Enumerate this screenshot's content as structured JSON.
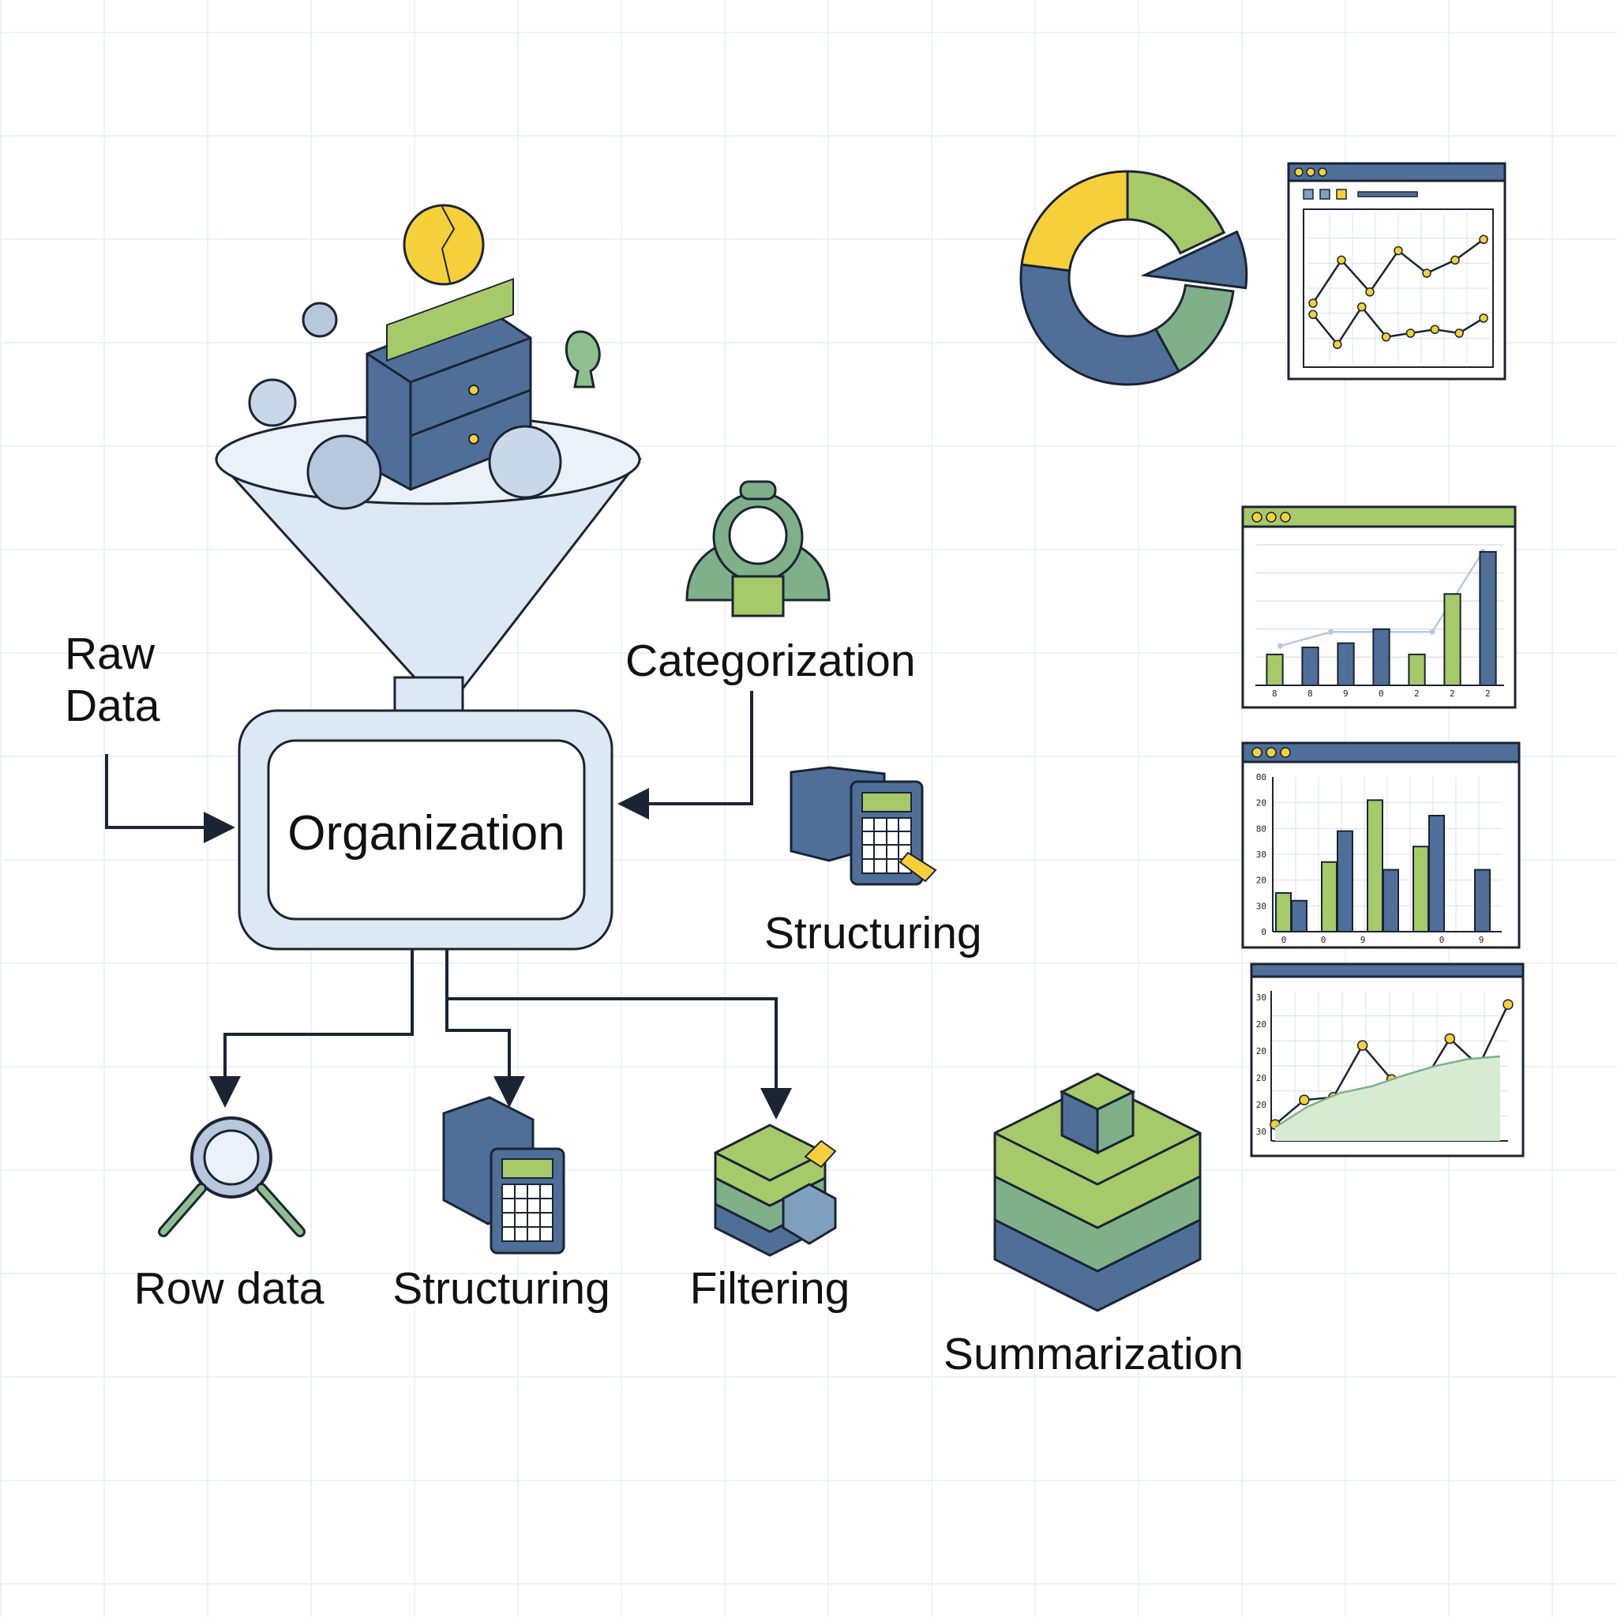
{
  "labels": {
    "raw_data_line1": "Raw",
    "raw_data_line2": "Data",
    "organization": "Organization",
    "categorization": "Categorization",
    "structuring_right": "Structuring",
    "row_data": "Row data",
    "structuring_bottom": "Structuring",
    "filtering": "Filtering",
    "summarization": "Summarization"
  },
  "colors": {
    "navy": "#4f6f99",
    "green": "#a6c96a",
    "teal_green": "#7fb08a",
    "yellow": "#f6d03a",
    "light_blue": "#dce8f3",
    "stroke": "#1b2433"
  },
  "icons": [
    "funnel-icon",
    "file-cabinet-icon",
    "magnifier-icon",
    "person-search-icon",
    "calculator-icon",
    "layers-icon",
    "cube-icon"
  ],
  "chart_data": [
    {
      "type": "pie",
      "note": "donut chart, one slice exploded",
      "slices": [
        {
          "color": "#a6c96a",
          "value": 18
        },
        {
          "color": "#4f6f99",
          "value": 9,
          "exploded": true
        },
        {
          "color": "#7fb08a",
          "value": 15
        },
        {
          "color": "#4f6f99",
          "value": 35
        },
        {
          "color": "#f6d03a",
          "value": 23
        }
      ]
    },
    {
      "type": "line",
      "series": [
        {
          "color": "#1b2433",
          "values": [
            32,
            55,
            38,
            60,
            48,
            55,
            66
          ]
        },
        {
          "color": "#1b2433",
          "values": [
            26,
            10,
            30,
            14,
            16,
            18,
            16,
            24
          ]
        }
      ]
    },
    {
      "type": "bar",
      "categories": [
        "8",
        "8",
        "9",
        "0",
        "2",
        "2",
        "2"
      ],
      "values": [
        22,
        27,
        30,
        40,
        22,
        65,
        95
      ],
      "bar_colors": [
        "#a6c96a",
        "#4f6f99",
        "#4f6f99",
        "#4f6f99",
        "#a6c96a",
        "#a6c96a",
        "#4f6f99"
      ],
      "trend_line": [
        28,
        38,
        38,
        38,
        95
      ]
    },
    {
      "type": "bar",
      "y_ticks": [
        "00",
        "20",
        "80",
        "30",
        "20",
        "30",
        "0"
      ],
      "x_ticks": [
        "0",
        "0",
        "9",
        "",
        "0",
        "9"
      ],
      "series": [
        {
          "color": "#a6c96a",
          "values": [
            25,
            45,
            85,
            55
          ]
        },
        {
          "color": "#4f6f99",
          "values": [
            20,
            65,
            40,
            75,
            40
          ]
        }
      ]
    },
    {
      "type": "line",
      "y_ticks": [
        "30",
        "20",
        "20",
        "20",
        "20",
        "30"
      ],
      "series": [
        {
          "color": "#1b2433",
          "values": [
            12,
            30,
            32,
            70,
            45,
            40,
            75,
            55,
            100
          ]
        },
        {
          "color": "#7fb08a",
          "area": true,
          "values": [
            10,
            25,
            35,
            40,
            48,
            55,
            60,
            62
          ]
        }
      ]
    }
  ]
}
